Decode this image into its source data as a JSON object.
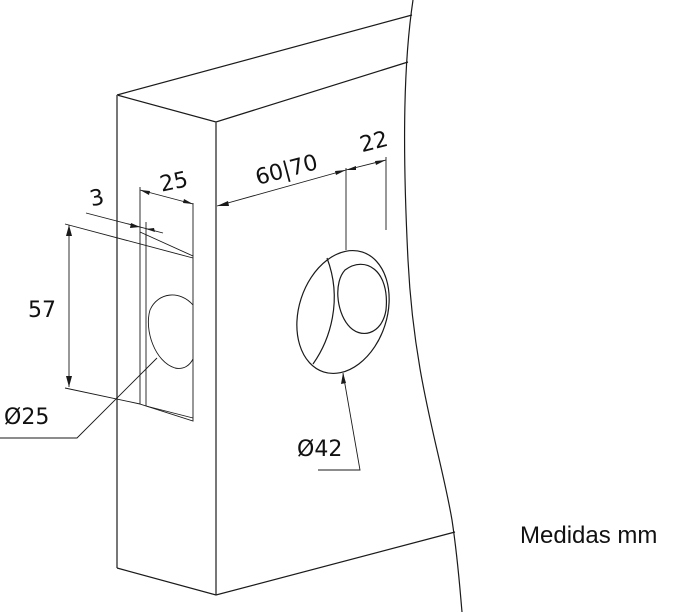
{
  "drawing": {
    "subject": "Door lock installation dimensions",
    "units_note": "Medidas mm",
    "dimensions": {
      "backset": "60|70",
      "bolt_offset": "22",
      "faceplate_width": "25",
      "faceplate_inset": "3",
      "faceplate_height": "57",
      "bolt_hole_diameter": "Ø25",
      "knob_hole_diameter": "Ø42"
    },
    "colors": {
      "line": "#1a1a1a",
      "edge": "#555555",
      "background": "#ffffff"
    }
  }
}
